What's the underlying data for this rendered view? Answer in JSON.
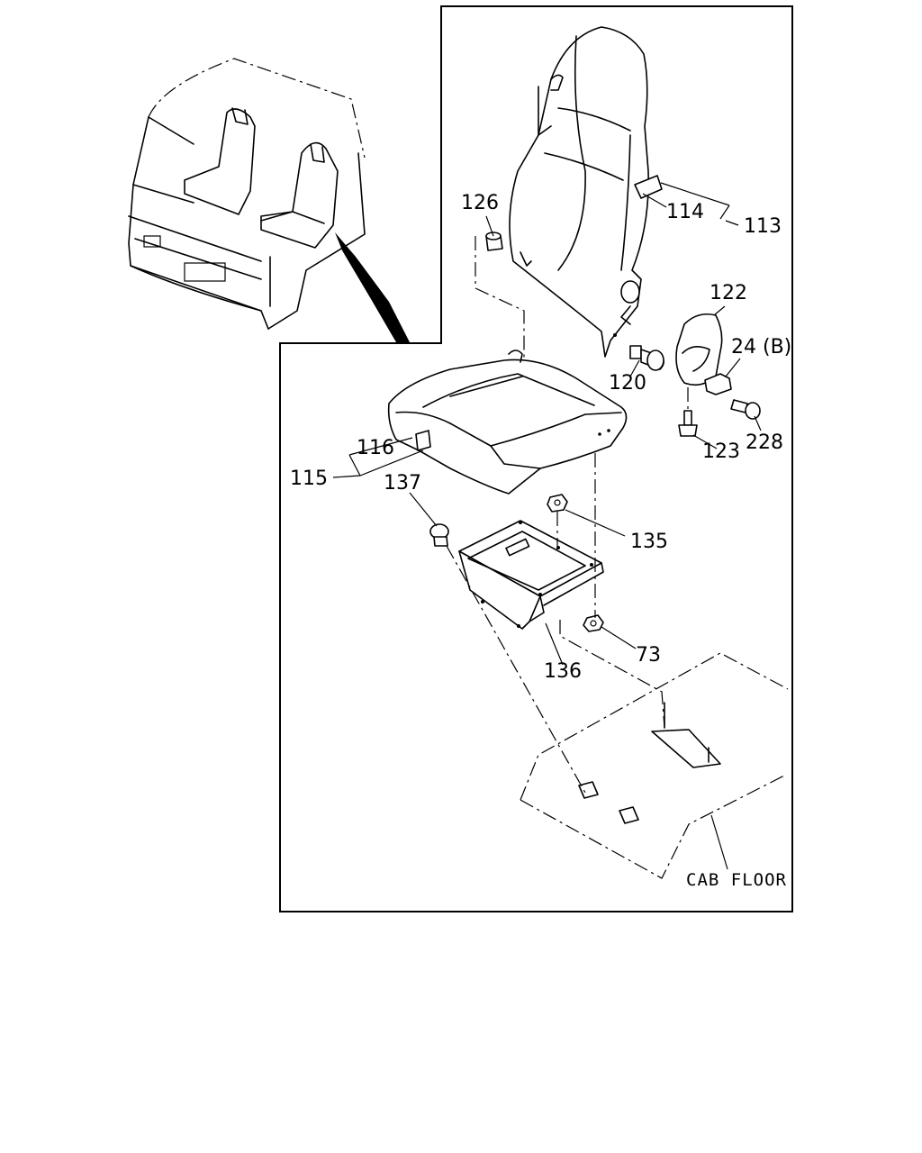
{
  "diagram": {
    "type": "exploded parts diagram",
    "callouts": {
      "c113": "113",
      "c114": "114",
      "c126": "126",
      "c122": "122",
      "c24b": "24 (B)",
      "c120": "120",
      "c228": "228",
      "c123": "123",
      "c116": "116",
      "c115": "115",
      "c137": "137",
      "c135": "135",
      "c73": "73",
      "c136": "136"
    },
    "floor_label": "CAB FLOOR"
  }
}
